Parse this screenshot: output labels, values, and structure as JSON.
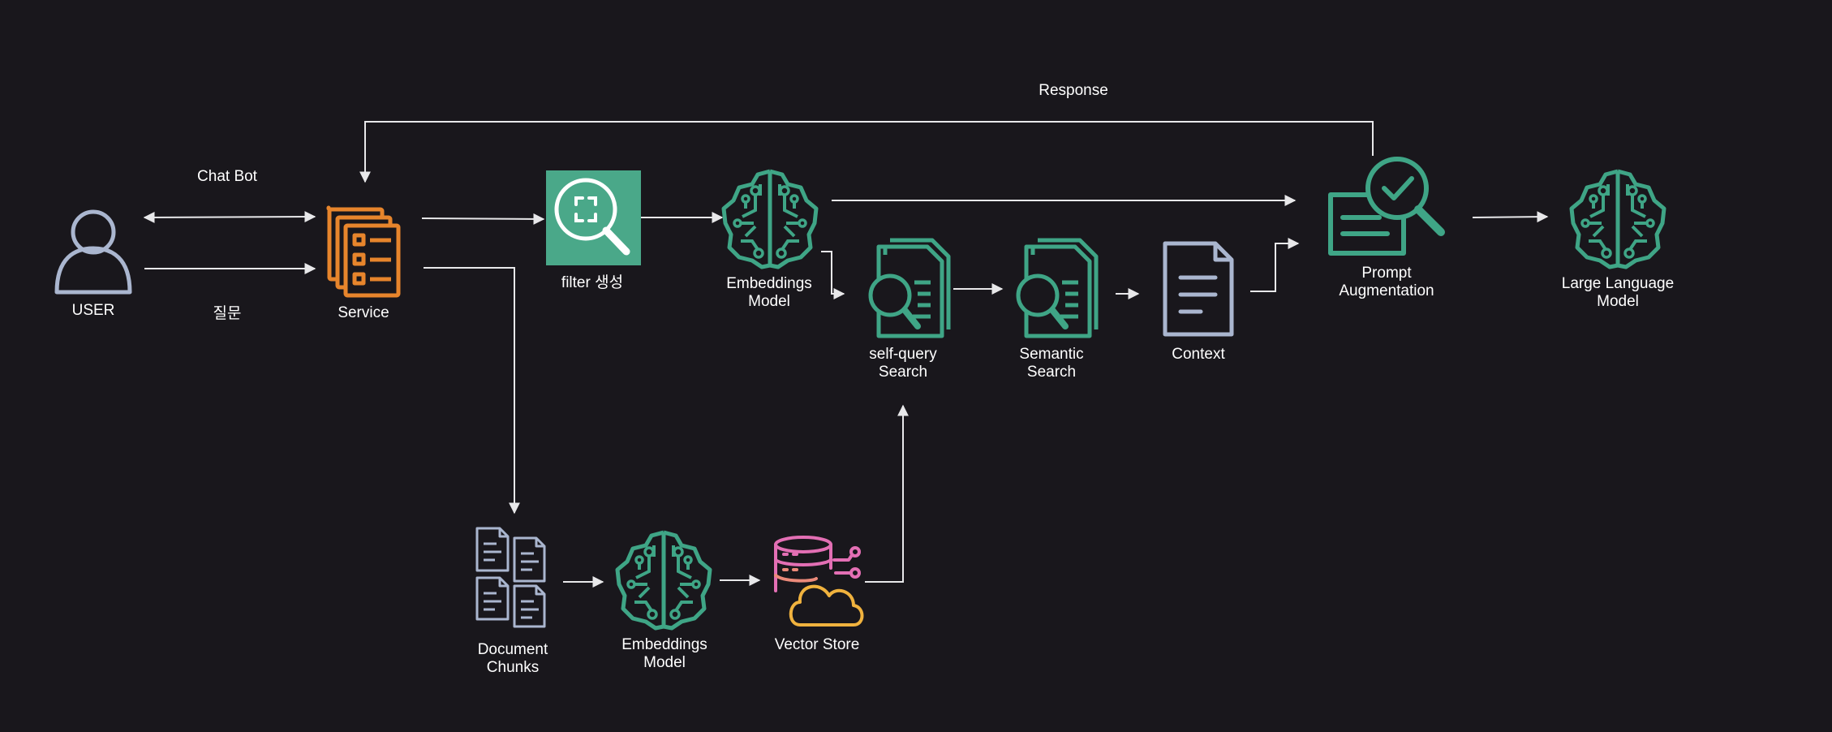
{
  "nodes": {
    "user": {
      "label": "USER"
    },
    "service": {
      "label": "Service"
    },
    "filter": {
      "label": "filter 생성"
    },
    "embeddings_top": {
      "label_line1": "Embeddings",
      "label_line2": "Model"
    },
    "self_query": {
      "label_line1": "self-query",
      "label_line2": "Search"
    },
    "semantic": {
      "label_line1": "Semantic",
      "label_line2": "Search"
    },
    "context": {
      "label": "Context"
    },
    "prompt": {
      "label_line1": "Prompt",
      "label_line2": "Augmentation"
    },
    "llm": {
      "label_line1": "Large Language",
      "label_line2": "Model"
    },
    "doc_chunks": {
      "label_line1": "Document",
      "label_line2": "Chunks"
    },
    "embeddings_bottom": {
      "label_line1": "Embeddings",
      "label_line2": "Model"
    },
    "vector_store": {
      "label": "Vector Store"
    }
  },
  "edges": {
    "chat_bot": "Chat Bot",
    "question": "질문",
    "response": "Response"
  },
  "colors": {
    "background": "#19171c",
    "line": "#e8e8ea",
    "teal": "#3fa586",
    "orange": "#e7852c",
    "slate": "#aab6cf",
    "pink": "#e36fb4",
    "gold": "#f0b23e"
  },
  "icons": {
    "user": "user-icon",
    "service": "service-list-icon",
    "filter": "magnifier-scan-icon",
    "embeddings": "brain-circuit-icon",
    "search": "document-search-icon",
    "context": "document-icon",
    "prompt": "document-check-search-icon",
    "vector_store": "database-cloud-icon"
  }
}
